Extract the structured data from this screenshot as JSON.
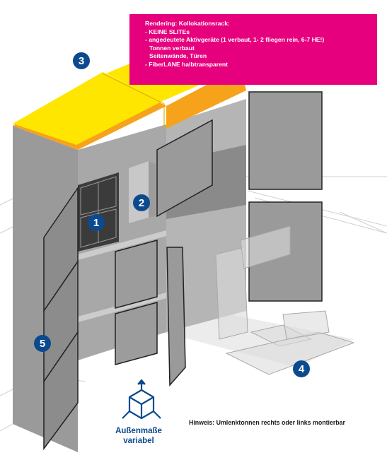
{
  "note": {
    "heading": "Rendering: Kollokationsrack:",
    "items": [
      "- KEINE SLITEs",
      "- angedeutete Aktivgeräte (1 verbaut, 1- 2 fliegen rein, 6-7 HE!)",
      "Tonnen verbaut",
      "Seitenwände, Türen",
      "- FiberLANE halbtransparent"
    ],
    "color": "#e6007e"
  },
  "markers": [
    {
      "label": "1"
    },
    {
      "label": "2"
    },
    {
      "label": "3"
    },
    {
      "label": "4"
    },
    {
      "label": "5"
    }
  ],
  "hint": "Hinweis: Umlenktonnen rechts oder links montierbar",
  "dimensions_label": {
    "line1": "Außenmaße",
    "line2": "variabel"
  },
  "colors": {
    "marker_blue": "#0b4a8e",
    "cabinet_grey": "#9a9a9a",
    "cabinet_dark": "#6f6f6f",
    "roof_yellow": "#ffe600",
    "roof_orange": "#f7a21b"
  },
  "icons": [
    "dimensions-cube-icon"
  ]
}
